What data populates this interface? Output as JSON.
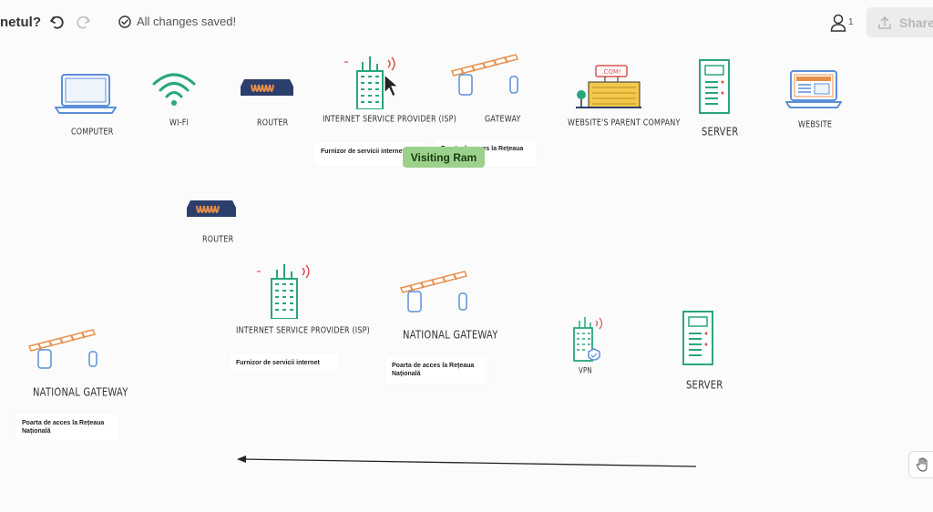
{
  "header": {
    "title": "netul?",
    "saved_status": "All changes saved!",
    "collaborator_count": "1",
    "share_label": "Share"
  },
  "colors": {
    "accent_green": "#2aa67b",
    "tooltip_green": "#9bd18a",
    "gateway_orange": "#e88f4a",
    "router_navy": "#2c3e6b",
    "monitor_blue": "#5b8fd8"
  },
  "canvas": {
    "tooltip": "Visiting Ram",
    "labels": {
      "computer": "Computer",
      "wifi": "Wi-Fi",
      "router_top": "Router",
      "isp_top": "Internet Service Provider (ISP)",
      "gateway_top": "Gateway",
      "parent_company": "Website's parent company",
      "server_top": "Server",
      "website": "Website",
      "router_mid": "Router",
      "isp_mid": "Internet Service Provider (ISP)",
      "gateway_mid": "National Gateway",
      "vpn": "VPN",
      "server_mid": "Server",
      "gateway_left": "National Gateway"
    },
    "cards": {
      "isp_top": "Furnizor de servicii internet",
      "gateway_top": "Poarta de acces la Rețeaua Națională",
      "isp_mid": "Furnizor de servicii internet",
      "gateway_mid": "Poarta de acces la Rețeaua Națională",
      "gateway_left": "Poarta de acces la Rețeaua Națională"
    }
  }
}
